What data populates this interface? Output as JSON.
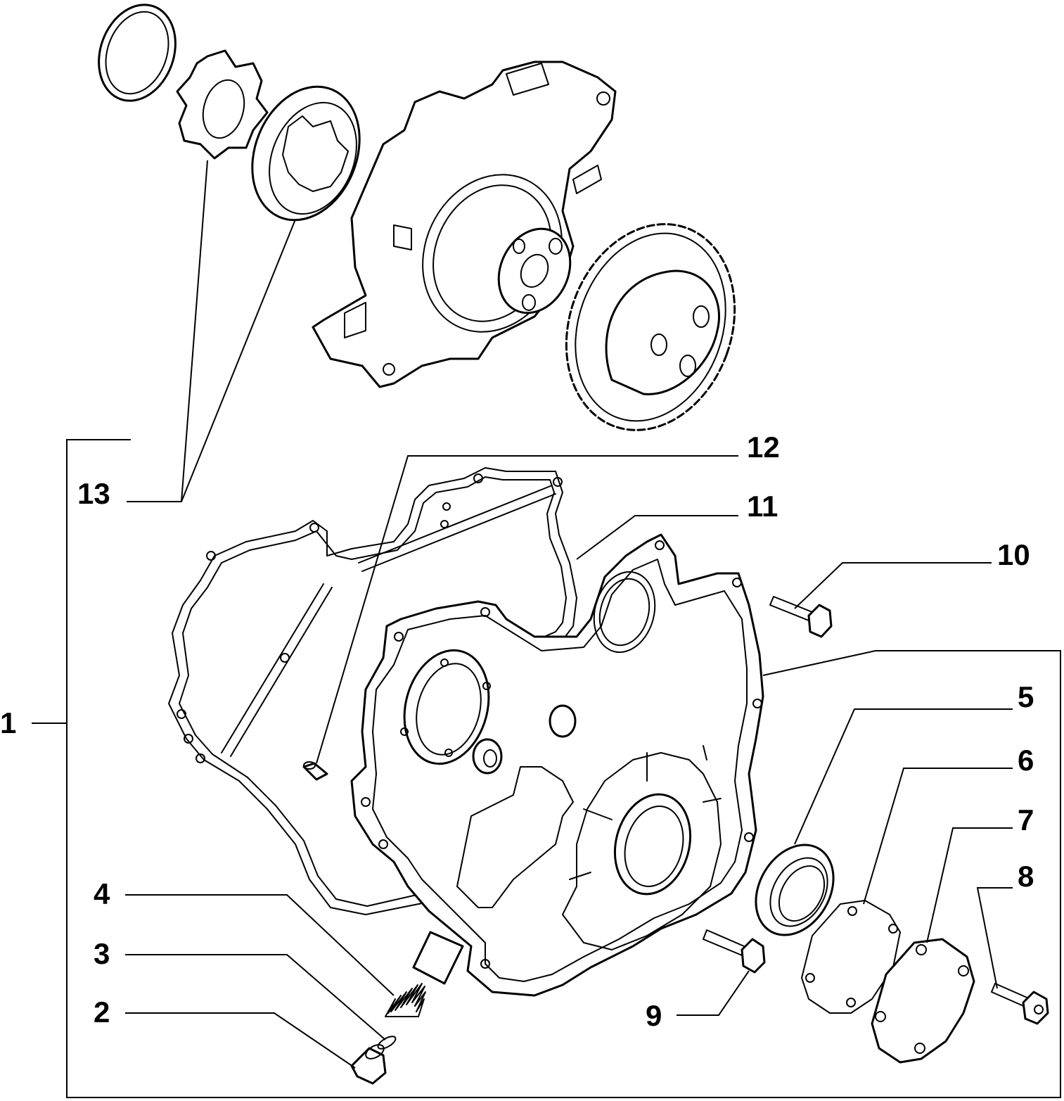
{
  "colors": {
    "line": "#000000",
    "background": "#ffffff"
  },
  "callouts": {
    "c1": "1",
    "c2": "2",
    "c3": "3",
    "c4": "4",
    "c5": "5",
    "c6": "6",
    "c7": "7",
    "c8": "8",
    "c9": "9",
    "c10": "10",
    "c11": "11",
    "c12": "12",
    "c13": "13"
  }
}
